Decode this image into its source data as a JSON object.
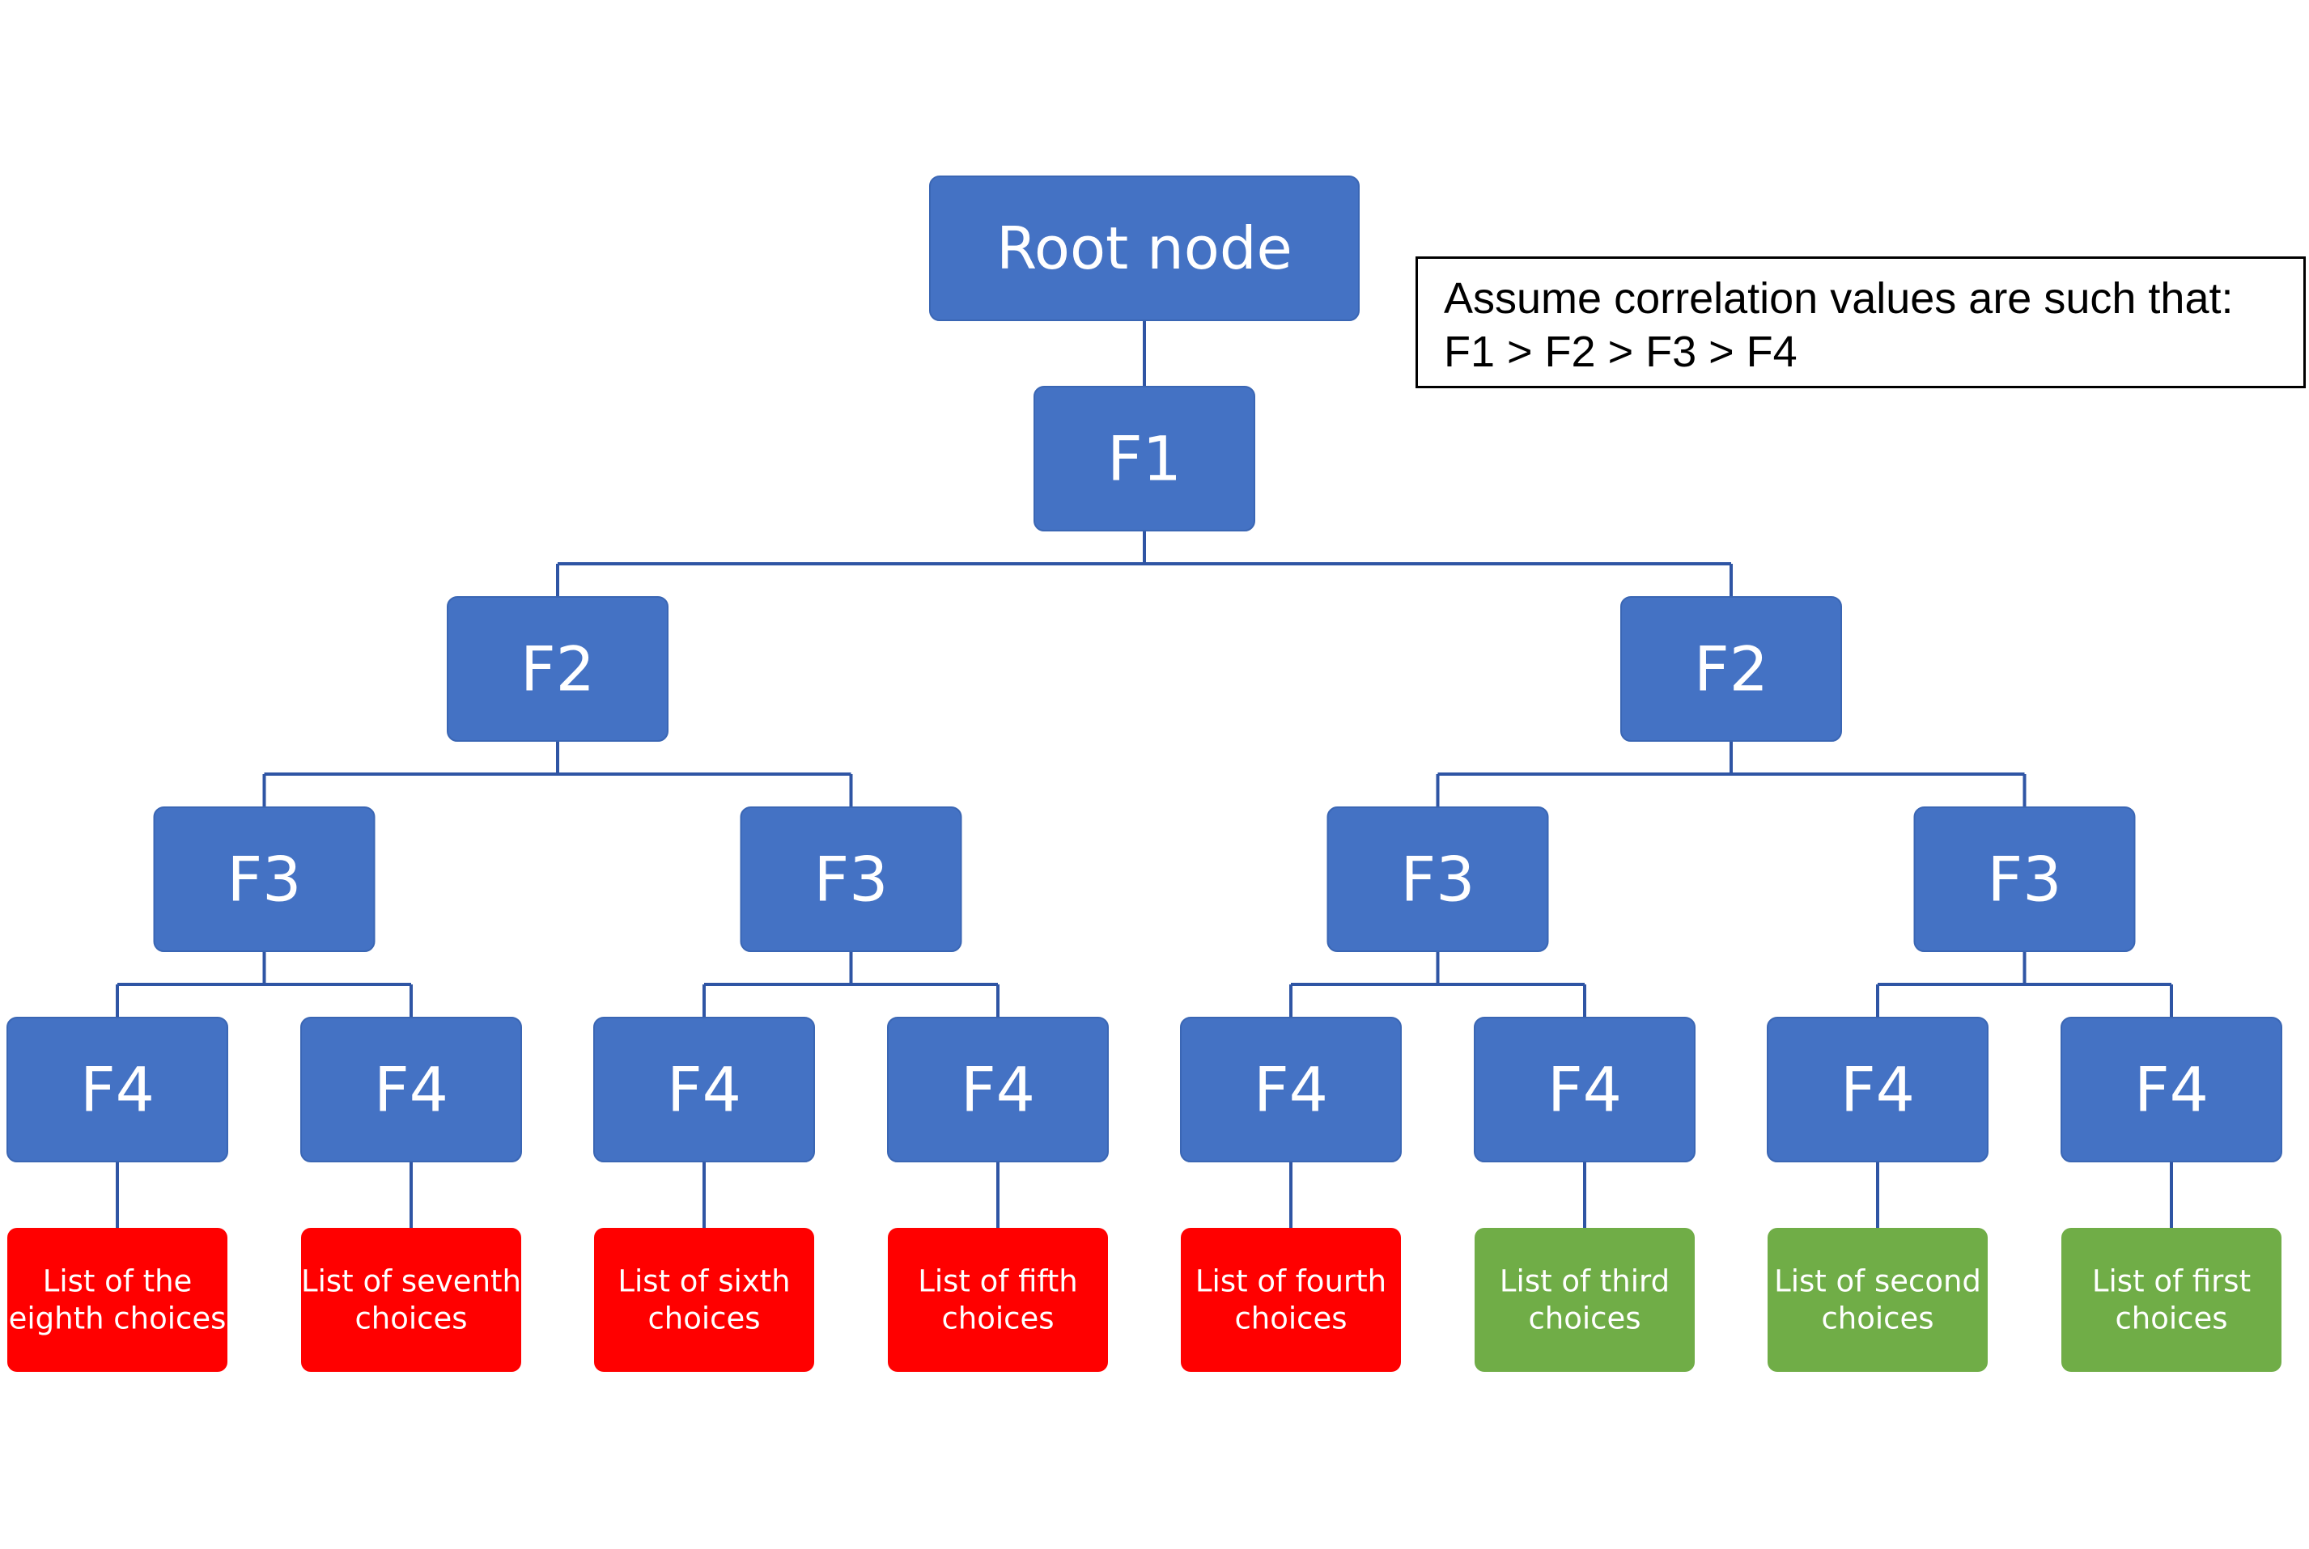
{
  "colors": {
    "node_fill": "#4472C4",
    "node_stroke": "#3A66B4",
    "connector": "#2F55A4",
    "leaf_red": "#FF0000",
    "leaf_green": "#70AD47",
    "text_on_node": "#FFFFFF",
    "note_border": "#000000"
  },
  "note": {
    "line1": "Assume correlation values are such that:",
    "line2": "F1 > F2 > F3 > F4"
  },
  "tree": {
    "root": "Root node",
    "f1": "F1",
    "f2": [
      "F2",
      "F2"
    ],
    "f3": [
      "F3",
      "F3",
      "F3",
      "F3"
    ],
    "f4": [
      "F4",
      "F4",
      "F4",
      "F4",
      "F4",
      "F4",
      "F4",
      "F4"
    ]
  },
  "leaves": [
    {
      "lines": [
        "List of the",
        "eighth choices"
      ],
      "status": "red"
    },
    {
      "lines": [
        "List of seventh",
        "choices"
      ],
      "status": "red"
    },
    {
      "lines": [
        "List of sixth",
        "choices"
      ],
      "status": "red"
    },
    {
      "lines": [
        "List of fifth",
        "choices"
      ],
      "status": "red"
    },
    {
      "lines": [
        "List of fourth",
        "choices"
      ],
      "status": "red"
    },
    {
      "lines": [
        "List of third",
        "choices"
      ],
      "status": "green"
    },
    {
      "lines": [
        "List of second",
        "choices"
      ],
      "status": "green"
    },
    {
      "lines": [
        "List of first",
        "choices"
      ],
      "status": "green"
    }
  ]
}
